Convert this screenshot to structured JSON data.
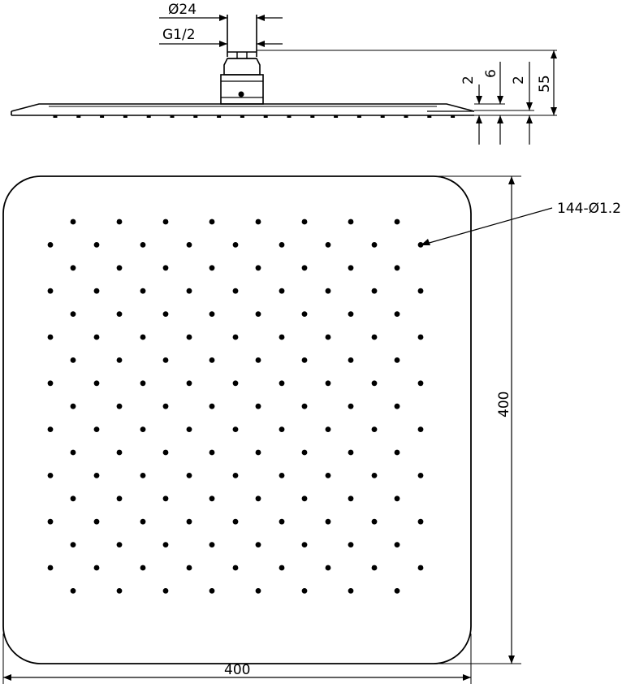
{
  "side_view": {
    "dim_pipe_diameter": "Ø24",
    "dim_thread": "G1/2",
    "dim_gap_top": "2",
    "dim_plate_height": "6",
    "dim_gap_bottom": "2",
    "dim_total_height": "55"
  },
  "top_view": {
    "dim_height": "400",
    "dim_width": "400",
    "nozzle_callout": "144-Ø1.2",
    "nozzle_pattern": {
      "odd_rows_columns": 8,
      "even_rows_columns": 9,
      "rows": 17,
      "total": 144
    }
  }
}
